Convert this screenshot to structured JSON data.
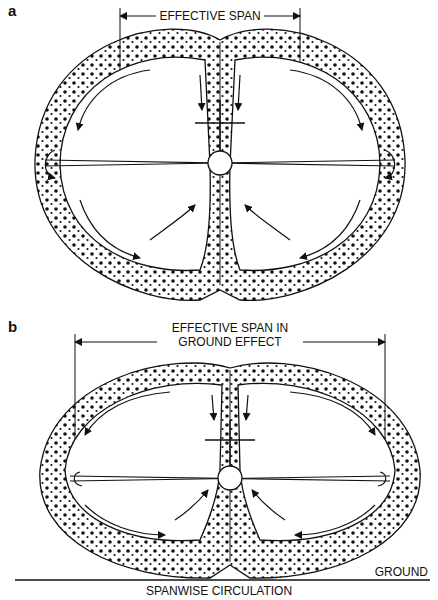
{
  "diagram": {
    "labels": [
      "a",
      "EFFECTIVE SPAN",
      "b",
      "EFFECTIVE SPAN IN GROUND EFFECT",
      "GROUND",
      "SPANWISE CIRCULATION"
    ]
  }
}
